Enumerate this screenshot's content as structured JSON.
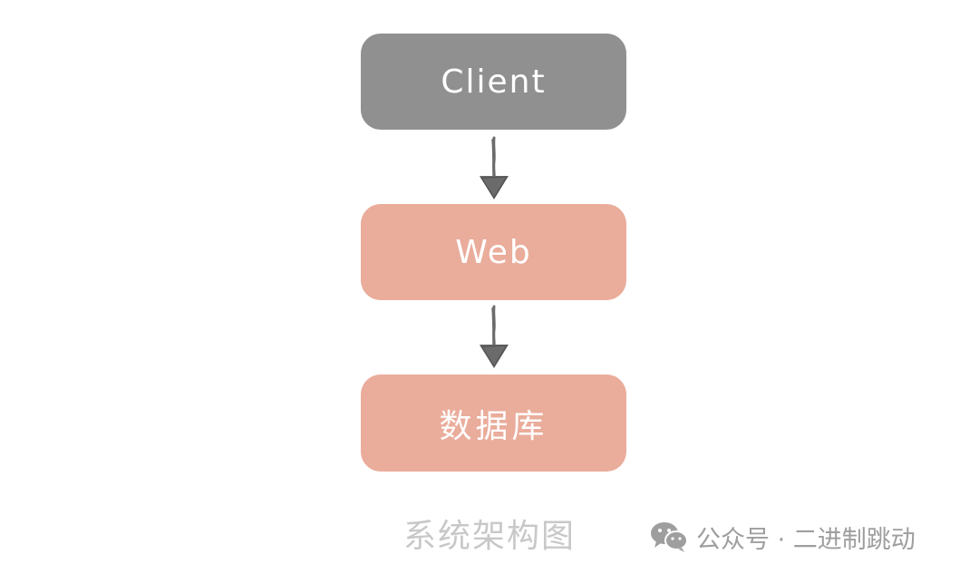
{
  "diagram": {
    "nodes": [
      {
        "id": "client",
        "label": "Client"
      },
      {
        "id": "web",
        "label": "Web"
      },
      {
        "id": "database",
        "label": "数据库"
      }
    ],
    "edges": [
      {
        "from": "client",
        "to": "web"
      },
      {
        "from": "web",
        "to": "database"
      }
    ],
    "colors": {
      "client_fill": "#909090",
      "service_fill": "#eaac9b",
      "arrow": "#6b6b6b",
      "node_text": "#ffffff"
    }
  },
  "caption": "系统架构图",
  "watermark": {
    "icon": "wechat-icon",
    "text": "公众号 · 二进制跳动"
  }
}
